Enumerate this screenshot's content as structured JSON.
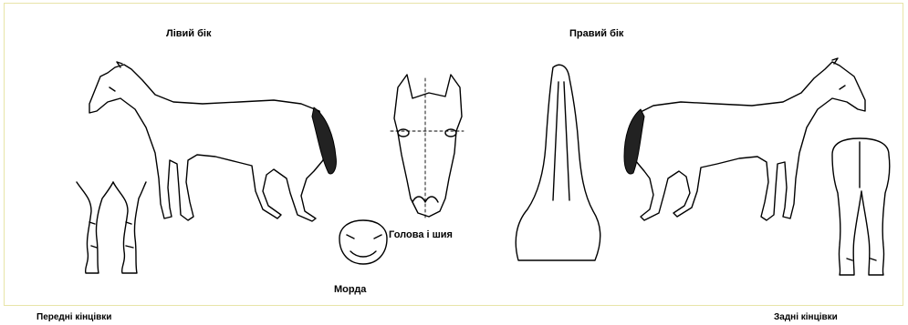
{
  "labels": {
    "left_side": "Лівий бік",
    "right_side": "Правий бік",
    "head_neck": "Голова і шия",
    "muzzle": "Морда",
    "front_limbs": "Передні кінцівки",
    "hind_limbs": "Задні кінцівки"
  },
  "colors": {
    "background": "#ffffff",
    "frame_border": "#e8e4a8",
    "line": "#000000"
  }
}
